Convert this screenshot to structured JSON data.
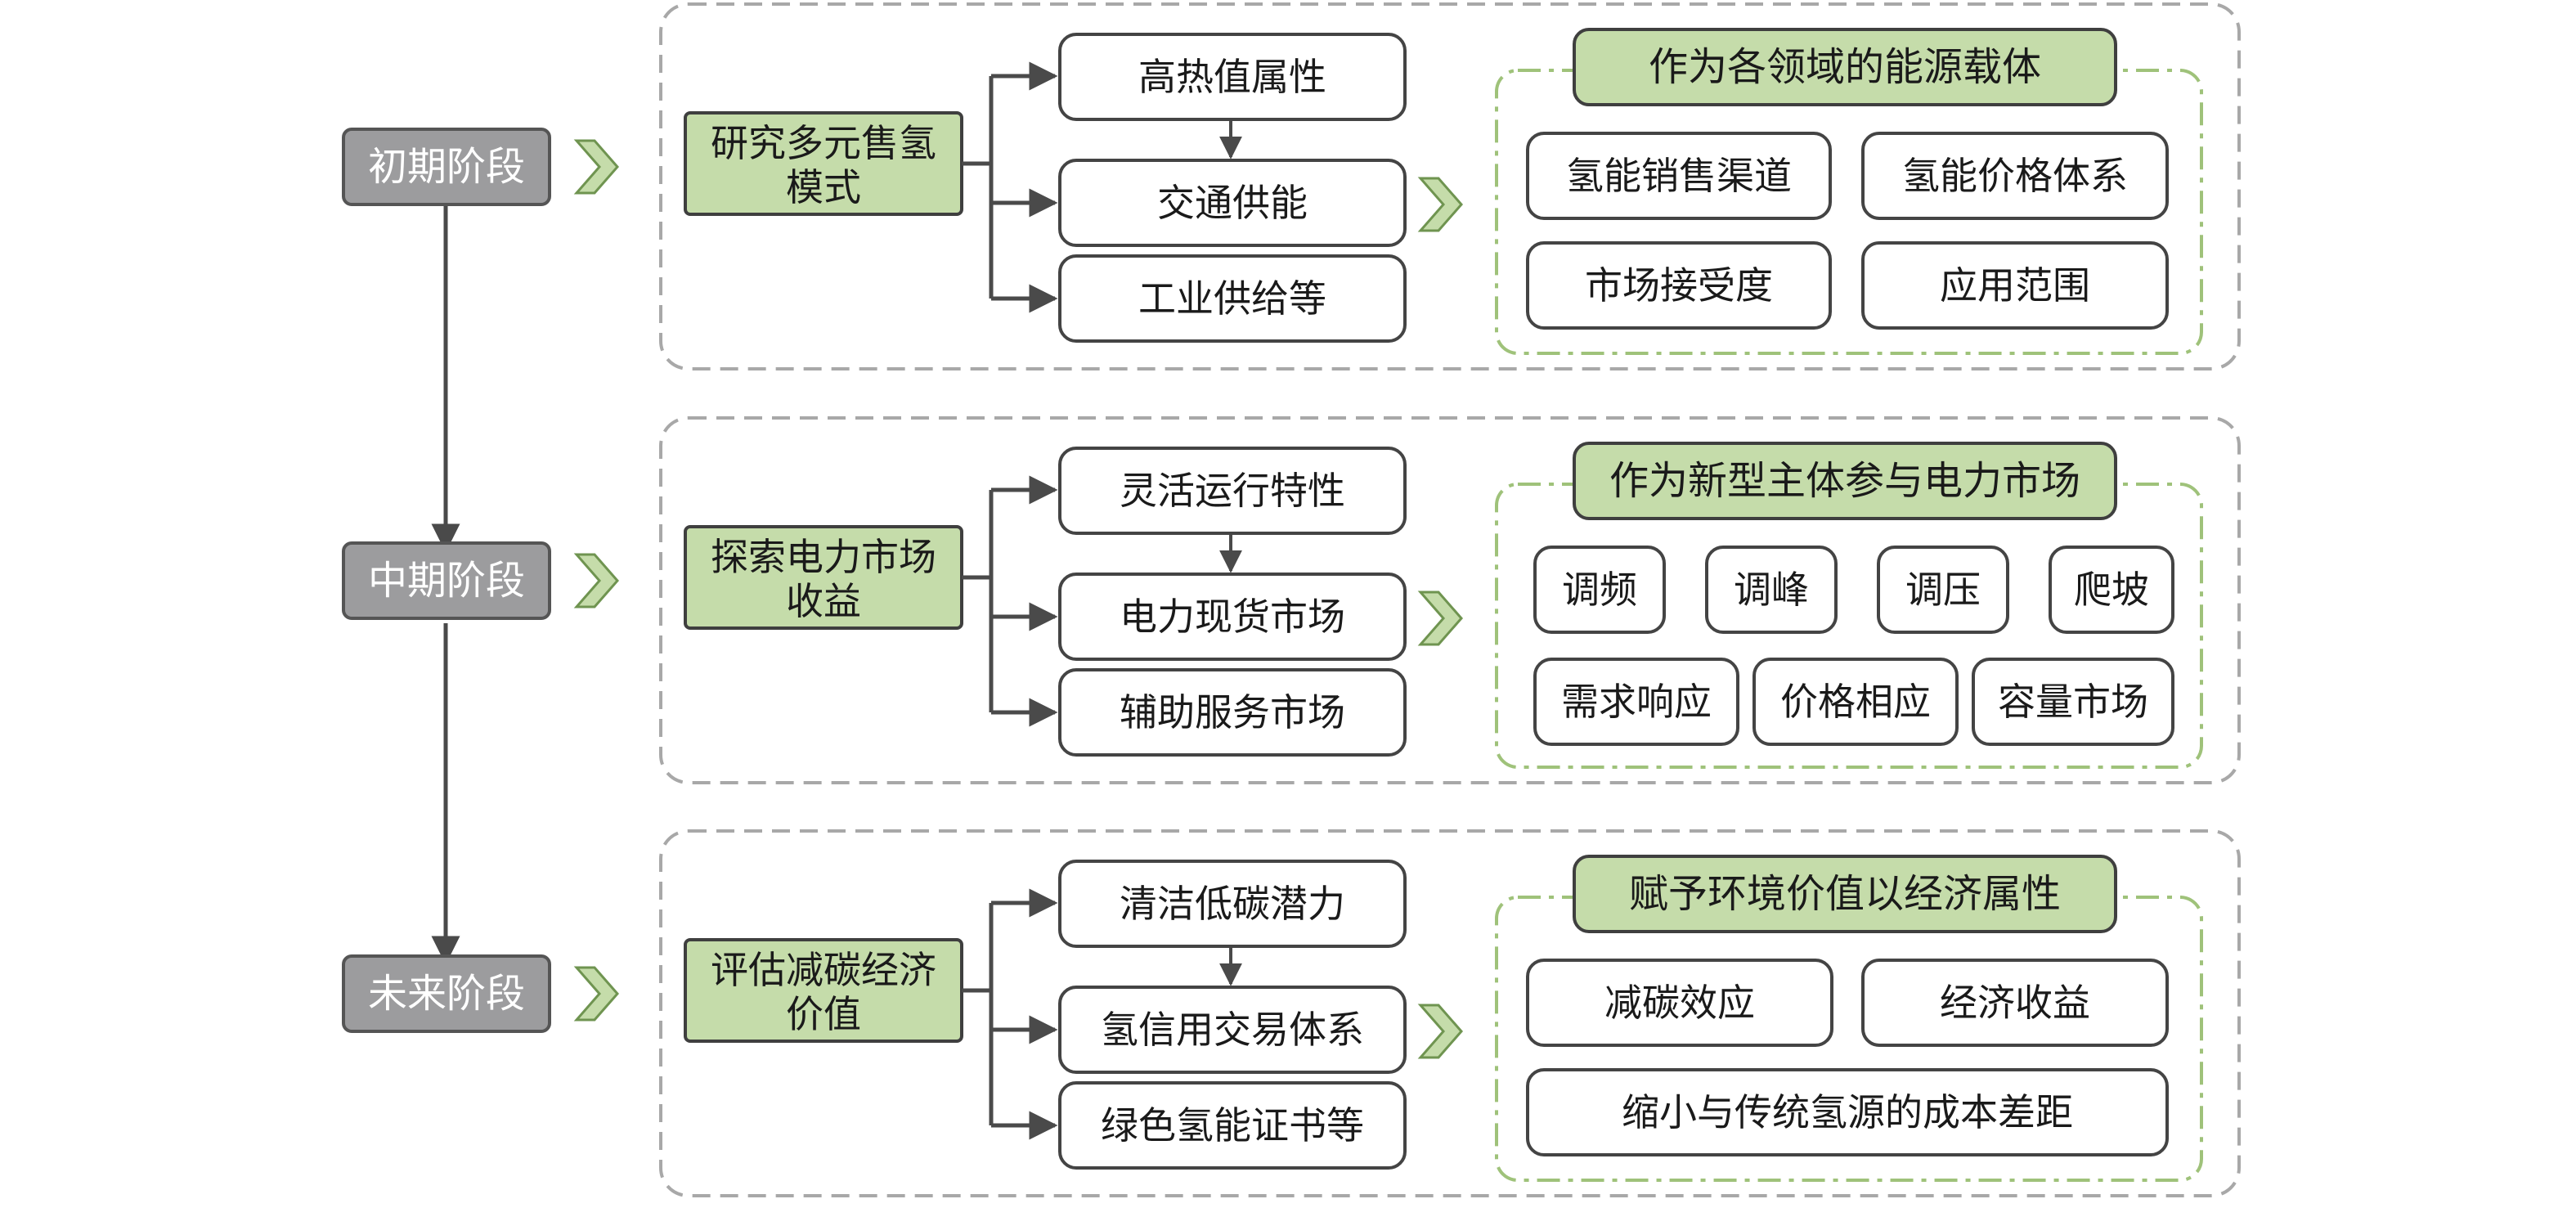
{
  "stages": [
    {
      "label": "初期阶段",
      "topic": [
        "研究多元售氢",
        "模式"
      ],
      "steps": [
        "高热值属性",
        "交通供能",
        "工业供给等"
      ],
      "result_title": "作为各领域的能源载体",
      "result_items": [
        "氢能销售渠道",
        "氢能价格体系",
        "市场接受度",
        "应用范围"
      ]
    },
    {
      "label": "中期阶段",
      "topic": [
        "探索电力市场",
        "收益"
      ],
      "steps": [
        "灵活运行特性",
        "电力现货市场",
        "辅助服务市场"
      ],
      "result_title": "作为新型主体参与电力市场",
      "result_items": [
        "调频",
        "调峰",
        "调压",
        "爬坡",
        "需求响应",
        "价格相应",
        "容量市场"
      ]
    },
    {
      "label": "未来阶段",
      "topic": [
        "评估减碳经济",
        "价值"
      ],
      "steps": [
        "清洁低碳潜力",
        "氢信用交易体系",
        "绿色氢能证书等"
      ],
      "result_title": "赋予环境价值以经济属性",
      "result_items": [
        "减碳效应",
        "经济收益",
        "缩小与传统氢源的成本差距"
      ]
    }
  ],
  "colors": {
    "stage_fill": "#9c9c9e",
    "topic_fill": "#c5dcaa",
    "title_fill": "#c5dcaa",
    "line": "#4a4a4a",
    "dash_outer": "#a8a8a8",
    "dash_inner": "#9fc27a"
  }
}
